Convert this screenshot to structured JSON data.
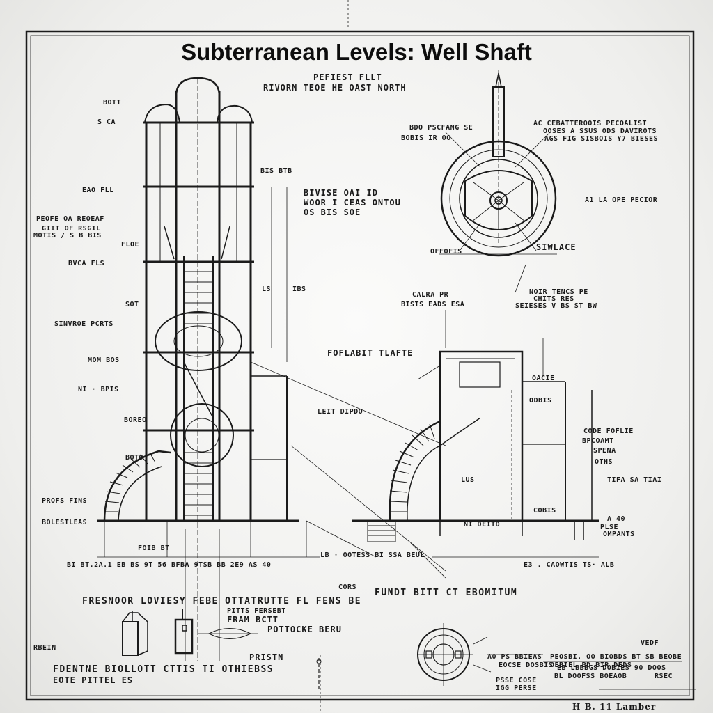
{
  "title": "Subterranean Levels: Well Shaft",
  "labels": {
    "corner_handwriting": "H B. 11 Lamber",
    "header_note_1": "PEFIEST FLLT",
    "header_note_2": "RIVORN TEOE HE OAST NORTH",
    "left_1": "BOTT",
    "left_2": "S CA",
    "left_3": "EAO FLL",
    "left_4": "PEOFE OA REOEAF",
    "left_5": "GIIT OF RSGIL",
    "left_6": "MOTIS / S B BIS",
    "left_7": "BVCA FLS",
    "left_8": "SINVROE PCRTS",
    "left_9": "MOM BOS",
    "left_10": "NI · BPIS",
    "left_11": "PROFS FINS",
    "left_12": "BOLESTLEAS",
    "left_13": "FLOE",
    "left_14": "SOT",
    "left_15": "BOREO",
    "left_16": "BOTO",
    "center_1": "BIVISE OAI ID",
    "center_2": "WOOR I CEAS ONTOU",
    "center_3": "OS BIS SOE",
    "right_1": "BDO PSCFANG SE",
    "right_2": "BOBIS IR OO",
    "right_3": "AC CEBATTEROOIS PECOALIST",
    "right_4": "OOSES A SSUS ODS DAVIROTS",
    "right_5": "AGS FIG SISBOIS Y7 BIESES",
    "right_6": "A1 LA OPE PECIOR",
    "right_7": "SIWLACE",
    "right_8": "OFFOFIS",
    "right_9": "CALRA PR",
    "right_10": "CHITS RES",
    "right_11": "BISTS EADS ESA",
    "right_12": "NOIR TENCS PE",
    "right_13": "SEIESES V BS ST BW",
    "section_label": "FOFLABIT TLAFTE",
    "mid_1": "LEIT DIPDO",
    "mid_2": "OACIE",
    "mid_3": "ODBIS",
    "mid_4": "LUS",
    "mid_5": "BPCOAMT",
    "mid_6": "CODE FOFLIE",
    "mid_7": "COBIS",
    "mid_8": "SPENA",
    "mid_9": "OTHS",
    "mid_10": "TIFA SA TIAI",
    "mid_11": "PLSE",
    "mid_12": "OMPANTS",
    "mid_13": "A 40",
    "dim_1": "BIS BTB",
    "dim_2": "IBS",
    "dim_3": "LS",
    "dim_4": "FOIB BT",
    "dim_5": "NI DEITD",
    "base_dim_left": "BI BT.2A.1  EB BS 9T 56  BFBA 9TSB  BB 2E9 AS 40",
    "base_dim_mid": "LB · OOTESS BI SSA BEUL",
    "base_dim_right": "E3 . CAOWTIS TS· ALB",
    "lower_heading_1": "FRESNOOR LOVIESY FEBE  OTTATRUTTE FL FENS BE",
    "lower_heading_2": "FUNDT BITT  CT EBOMITUM",
    "lower_1": "PITTS FERSEBT",
    "lower_2": "FRAM  BCTT",
    "lower_3": "POTTOCKE  BERU",
    "lower_4": "RBEIN",
    "lower_5": "PRISTN",
    "lower_6": "FDENTNE  BIOLLOTT  CTTIS  TI OTHIEBSS",
    "lower_7": "EOTE PITTEL ES",
    "lower_8": "CORS",
    "lower_right_1": "A0 PS BBIEAS",
    "lower_right_2": "PEOSBI. OO BIOBDS BT SB BEOBE",
    "lower_right_3": "EOCSE DOSBIS",
    "lower_right_4": "OEBIEL BD BIR DEDS",
    "lower_right_5": "EB LBBBGS DOBIES 90 DOOS",
    "lower_right_6": "PSSE COSE",
    "lower_right_7": "IGG PERSE",
    "lower_right_8": "BL DOOFSS BOEAOB",
    "lower_right_9": "RSEC",
    "lower_right_10": "VEDF"
  }
}
